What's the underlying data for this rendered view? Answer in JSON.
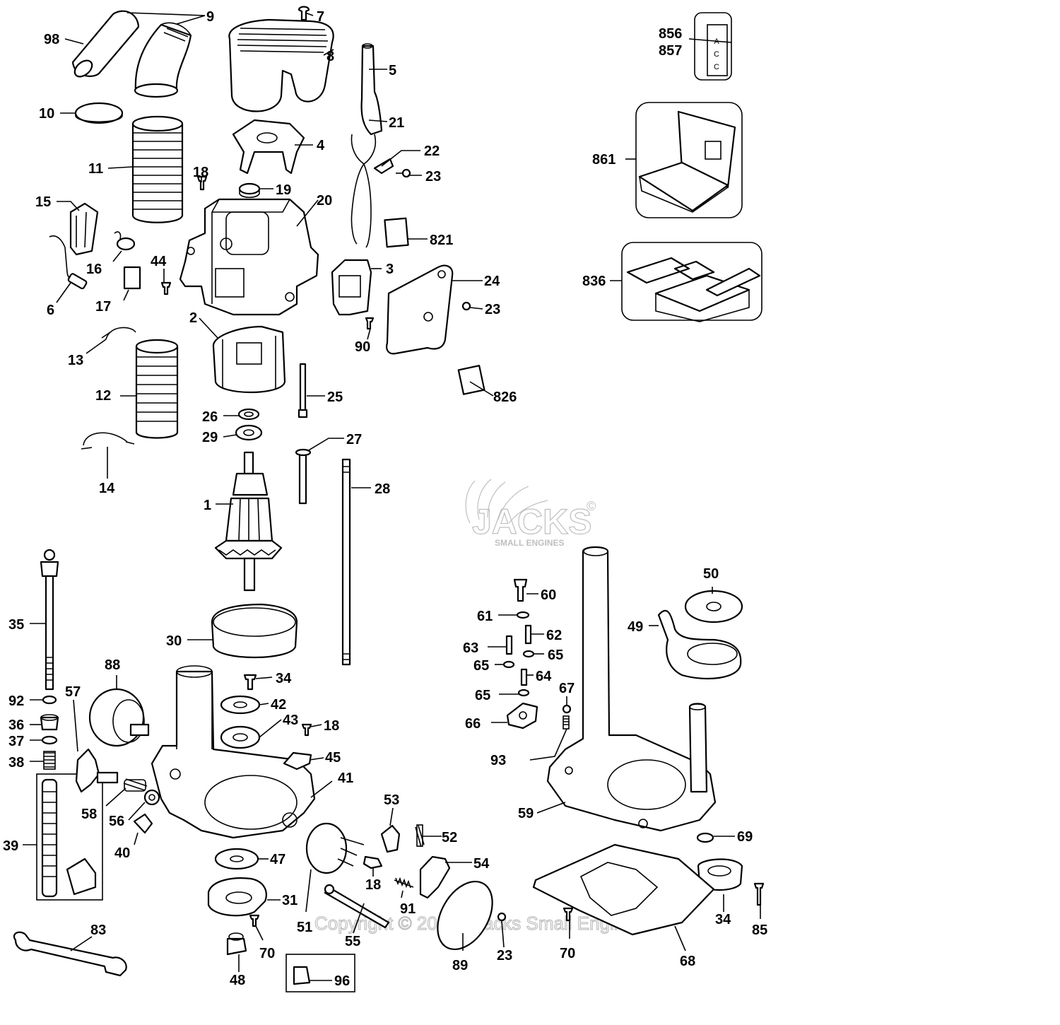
{
  "watermark": {
    "logo": "JACKS",
    "logo_sub": "SMALL ENGINES",
    "logo_mark": "©",
    "copyright": "Copyright © 2019 - Jacks Small Engines"
  },
  "callouts": [
    {
      "key": "c98",
      "text": "98"
    },
    {
      "key": "c9",
      "text": "9"
    },
    {
      "key": "c7",
      "text": "7"
    },
    {
      "key": "c8",
      "text": "8"
    },
    {
      "key": "c5",
      "text": "5"
    },
    {
      "key": "c856",
      "text": "856"
    },
    {
      "key": "c857",
      "text": "857"
    },
    {
      "key": "c10",
      "text": "10"
    },
    {
      "key": "c21",
      "text": "21"
    },
    {
      "key": "c4",
      "text": "4"
    },
    {
      "key": "c22",
      "text": "22"
    },
    {
      "key": "c861",
      "text": "861"
    },
    {
      "key": "c11",
      "text": "11"
    },
    {
      "key": "c18a",
      "text": "18"
    },
    {
      "key": "c23a",
      "text": "23"
    },
    {
      "key": "c19",
      "text": "19"
    },
    {
      "key": "c15",
      "text": "15"
    },
    {
      "key": "c20",
      "text": "20"
    },
    {
      "key": "c821",
      "text": "821"
    },
    {
      "key": "c16",
      "text": "16"
    },
    {
      "key": "c44",
      "text": "44"
    },
    {
      "key": "c3",
      "text": "3"
    },
    {
      "key": "c836",
      "text": "836"
    },
    {
      "key": "c24",
      "text": "24"
    },
    {
      "key": "c6",
      "text": "6"
    },
    {
      "key": "c17",
      "text": "17"
    },
    {
      "key": "c23b",
      "text": "23"
    },
    {
      "key": "c2",
      "text": "2"
    },
    {
      "key": "c90",
      "text": "90"
    },
    {
      "key": "c13",
      "text": "13"
    },
    {
      "key": "c826",
      "text": "826"
    },
    {
      "key": "c12",
      "text": "12"
    },
    {
      "key": "c25",
      "text": "25"
    },
    {
      "key": "c26",
      "text": "26"
    },
    {
      "key": "c29",
      "text": "29"
    },
    {
      "key": "c27",
      "text": "27"
    },
    {
      "key": "c14",
      "text": "14"
    },
    {
      "key": "c28",
      "text": "28"
    },
    {
      "key": "c1",
      "text": "1"
    },
    {
      "key": "c50",
      "text": "50"
    },
    {
      "key": "c60",
      "text": "60"
    },
    {
      "key": "c61",
      "text": "61"
    },
    {
      "key": "c62",
      "text": "62"
    },
    {
      "key": "c49",
      "text": "49"
    },
    {
      "key": "c35",
      "text": "35"
    },
    {
      "key": "c30",
      "text": "30"
    },
    {
      "key": "c63",
      "text": "63"
    },
    {
      "key": "c65a",
      "text": "65"
    },
    {
      "key": "c65b",
      "text": "65"
    },
    {
      "key": "c88",
      "text": "88"
    },
    {
      "key": "c64",
      "text": "64"
    },
    {
      "key": "c34a",
      "text": "34"
    },
    {
      "key": "c67",
      "text": "67"
    },
    {
      "key": "c92",
      "text": "92"
    },
    {
      "key": "c57",
      "text": "57"
    },
    {
      "key": "c65c",
      "text": "65"
    },
    {
      "key": "c42",
      "text": "42"
    },
    {
      "key": "c36",
      "text": "36"
    },
    {
      "key": "c43",
      "text": "43"
    },
    {
      "key": "c18b",
      "text": "18"
    },
    {
      "key": "c66",
      "text": "66"
    },
    {
      "key": "c37",
      "text": "37"
    },
    {
      "key": "c38",
      "text": "38"
    },
    {
      "key": "c45",
      "text": "45"
    },
    {
      "key": "c93",
      "text": "93"
    },
    {
      "key": "c41",
      "text": "41"
    },
    {
      "key": "c58",
      "text": "58"
    },
    {
      "key": "c53",
      "text": "53"
    },
    {
      "key": "c59",
      "text": "59"
    },
    {
      "key": "c56",
      "text": "56"
    },
    {
      "key": "c39",
      "text": "39"
    },
    {
      "key": "c52",
      "text": "52"
    },
    {
      "key": "c69",
      "text": "69"
    },
    {
      "key": "c40",
      "text": "40"
    },
    {
      "key": "c47",
      "text": "47"
    },
    {
      "key": "c54",
      "text": "54"
    },
    {
      "key": "c18c",
      "text": "18"
    },
    {
      "key": "c91",
      "text": "91"
    },
    {
      "key": "c31",
      "text": "31"
    },
    {
      "key": "c51",
      "text": "51"
    },
    {
      "key": "c34b",
      "text": "34"
    },
    {
      "key": "c85",
      "text": "85"
    },
    {
      "key": "c83",
      "text": "83"
    },
    {
      "key": "c55",
      "text": "55"
    },
    {
      "key": "c70a",
      "text": "70"
    },
    {
      "key": "c89",
      "text": "89"
    },
    {
      "key": "c23c",
      "text": "23"
    },
    {
      "key": "c70b",
      "text": "70"
    },
    {
      "key": "c68",
      "text": "68"
    },
    {
      "key": "c48",
      "text": "48"
    },
    {
      "key": "c96",
      "text": "96"
    }
  ],
  "label_text": {
    "acc_letters": [
      "A",
      "C",
      "C"
    ]
  }
}
